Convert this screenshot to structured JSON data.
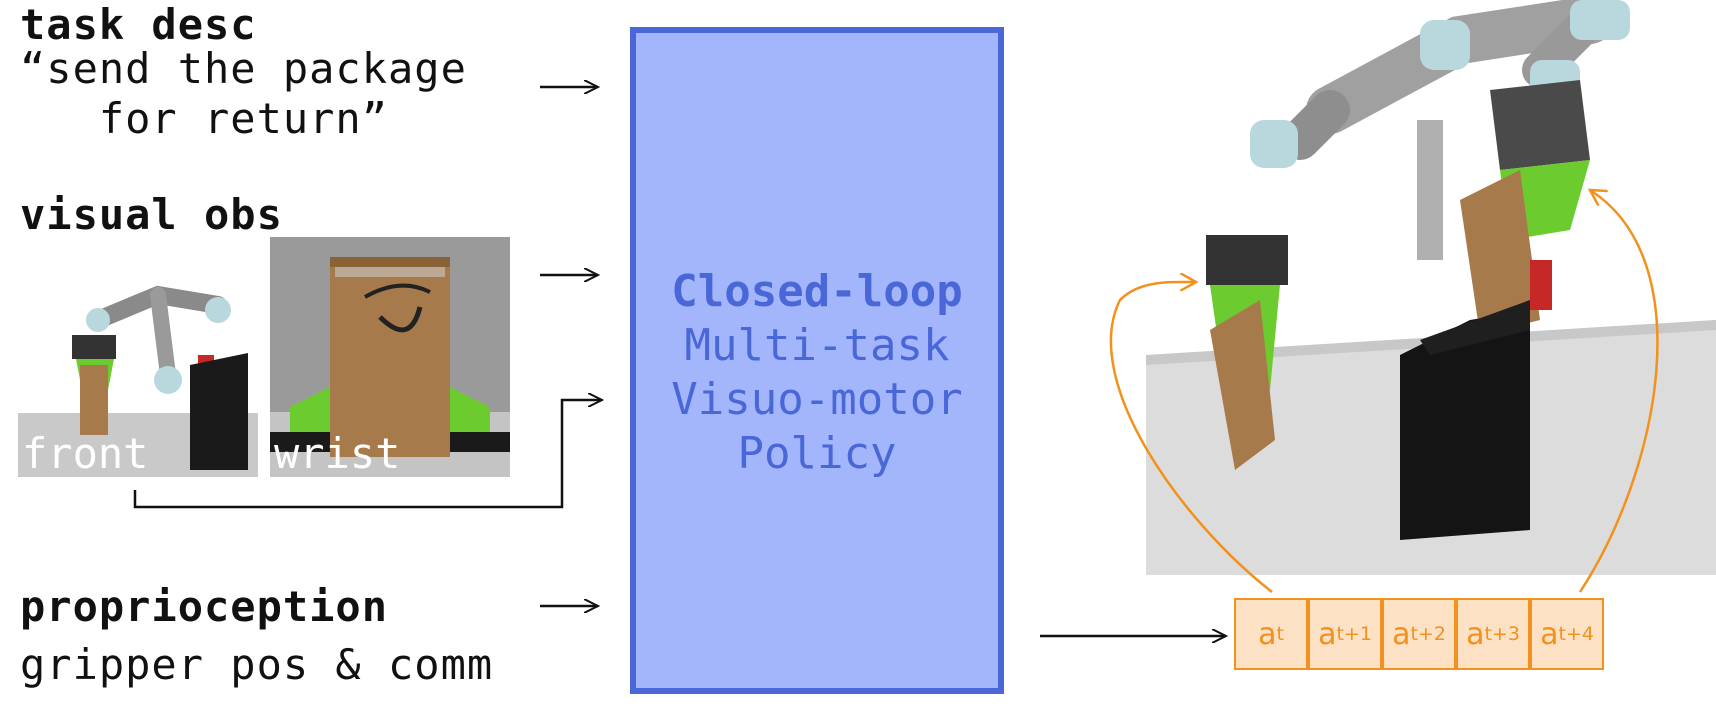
{
  "task": {
    "heading": "task desc",
    "line1": "“send the package",
    "line2": "   for return”"
  },
  "visual": {
    "heading": "visual obs",
    "front_label": "front",
    "wrist_label": "wrist"
  },
  "proprio": {
    "heading": "proprioception",
    "detail": "gripper pos & comm"
  },
  "policy": {
    "line1": "Closed-loop",
    "line2": "Multi-task",
    "line3": "Visuo-motor",
    "line4": "Policy"
  },
  "actions": [
    {
      "base": "a",
      "sub": "t"
    },
    {
      "base": "a",
      "sub": "t+1"
    },
    {
      "base": "a",
      "sub": "t+2"
    },
    {
      "base": "a",
      "sub": "t+3"
    },
    {
      "base": "a",
      "sub": "t+4"
    }
  ],
  "colors": {
    "policy_fill": "#a3b6fb",
    "policy_border": "#4a67d8",
    "action_orange": "#f2911c",
    "action_fill": "#fde1c4"
  },
  "icons": [
    "robot-arm-front-image",
    "package-wrist-image",
    "robot-scene-image"
  ]
}
